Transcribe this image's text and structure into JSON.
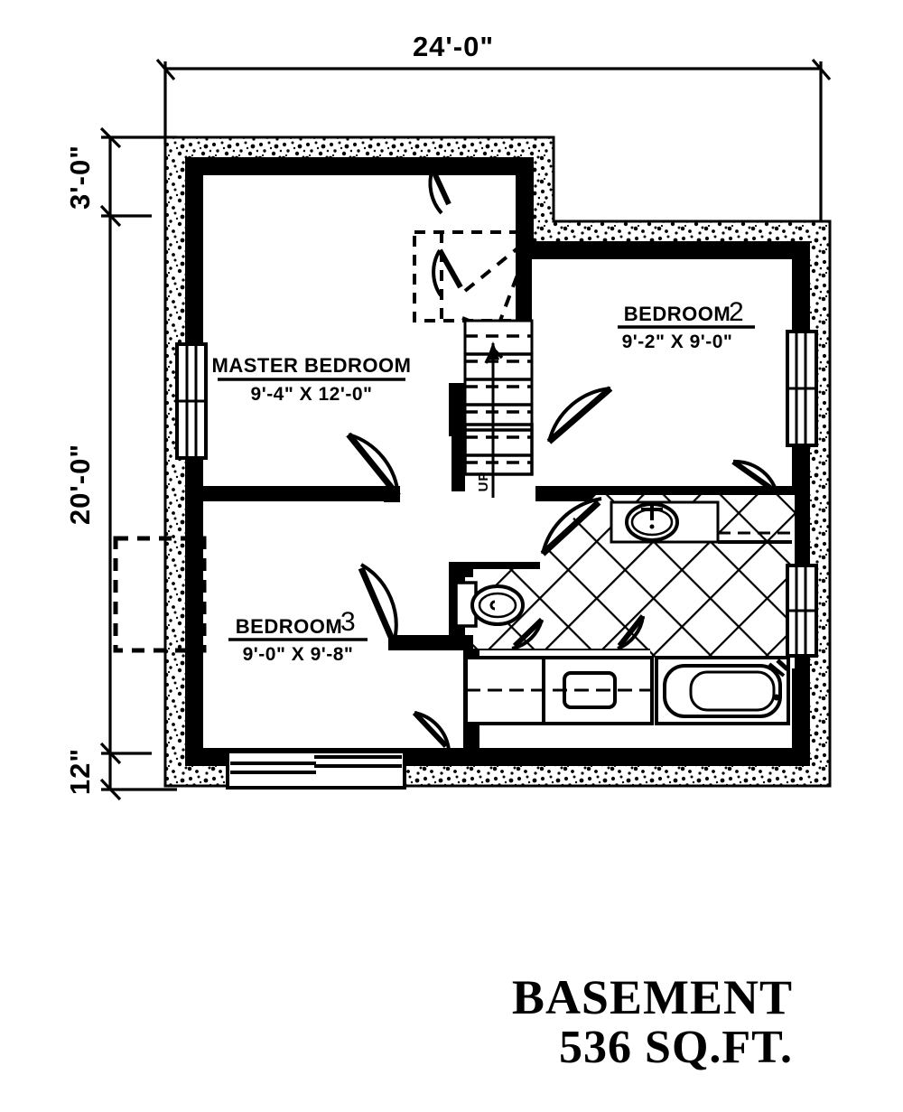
{
  "drawing": {
    "type": "architectural-floor-plan",
    "title": "BASEMENT",
    "area_label": "536 SQ.FT.",
    "background_color": "#ffffff",
    "line_color": "#000000"
  },
  "dimensions": {
    "overall_width": "24'-0\"",
    "left_top": "3'-0\"",
    "left_middle": "20'-0\"",
    "left_bottom": "12\""
  },
  "rooms": [
    {
      "key": "master_bedroom",
      "name": "MASTER BEDROOM",
      "number": "",
      "size": "9'-4\" X 12'-0\""
    },
    {
      "key": "bedroom_2",
      "name": "BEDROOM",
      "number": "2",
      "size": "9'-2\" X 9'-0\""
    },
    {
      "key": "bedroom_3",
      "name": "BEDROOM",
      "number": "3",
      "size": "9'-0\" X 9'-8\""
    }
  ],
  "annotations": {
    "stair_direction": "UP"
  },
  "fixtures": [
    {
      "name": "toilet"
    },
    {
      "name": "sink"
    },
    {
      "name": "bathtub"
    },
    {
      "name": "vanity-cabinet"
    },
    {
      "name": "staircase"
    },
    {
      "name": "window-well"
    }
  ]
}
